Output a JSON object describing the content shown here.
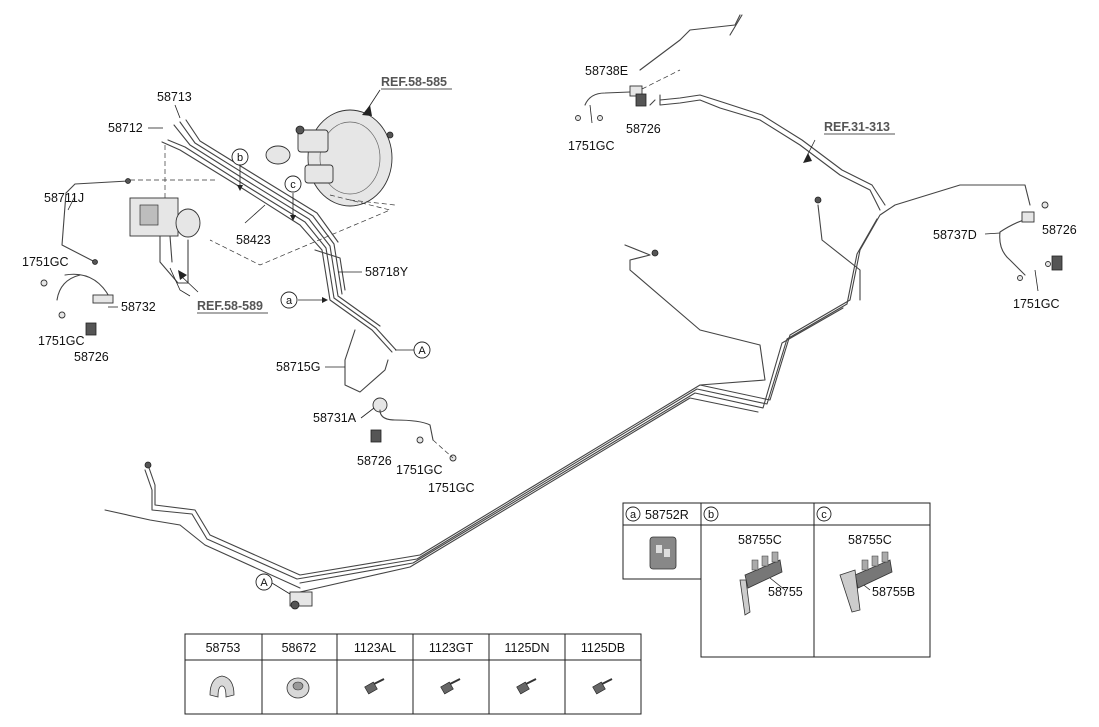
{
  "refs": {
    "ref_585": "REF.58-585",
    "ref_589": "REF.58-589",
    "ref_313": "REF.31-313"
  },
  "labels": {
    "p58713": "58713",
    "p58712": "58712",
    "p58711J": "58711J",
    "p1751GC_left_top": "1751GC",
    "p1751GC_left_bot": "1751GC",
    "p58732": "58732",
    "p58726_left": "58726",
    "p58423": "58423",
    "p58718Y": "58718Y",
    "p58715G": "58715G",
    "p58731A": "58731A",
    "p58726_mid": "58726",
    "p1751GC_mid1": "1751GC",
    "p1751GC_mid2": "1751GC",
    "p58738E": "58738E",
    "p58726_top": "58726",
    "p1751GC_top": "1751GC",
    "p58737D": "58737D",
    "p58726_right": "58726",
    "p1751GC_right": "1751GC"
  },
  "markers": {
    "a": "a",
    "b": "b",
    "c": "c",
    "A": "A"
  },
  "clip_table": {
    "a_label": "a",
    "a_part": "58752R",
    "b_label": "b",
    "b_part1": "58755C",
    "b_part2": "58755",
    "c_label": "c",
    "c_part1": "58755C",
    "c_part2": "58755B"
  },
  "bottom_table": {
    "headers": [
      "58753",
      "58672",
      "1123AL",
      "1123GT",
      "1125DN",
      "1125DB"
    ]
  }
}
